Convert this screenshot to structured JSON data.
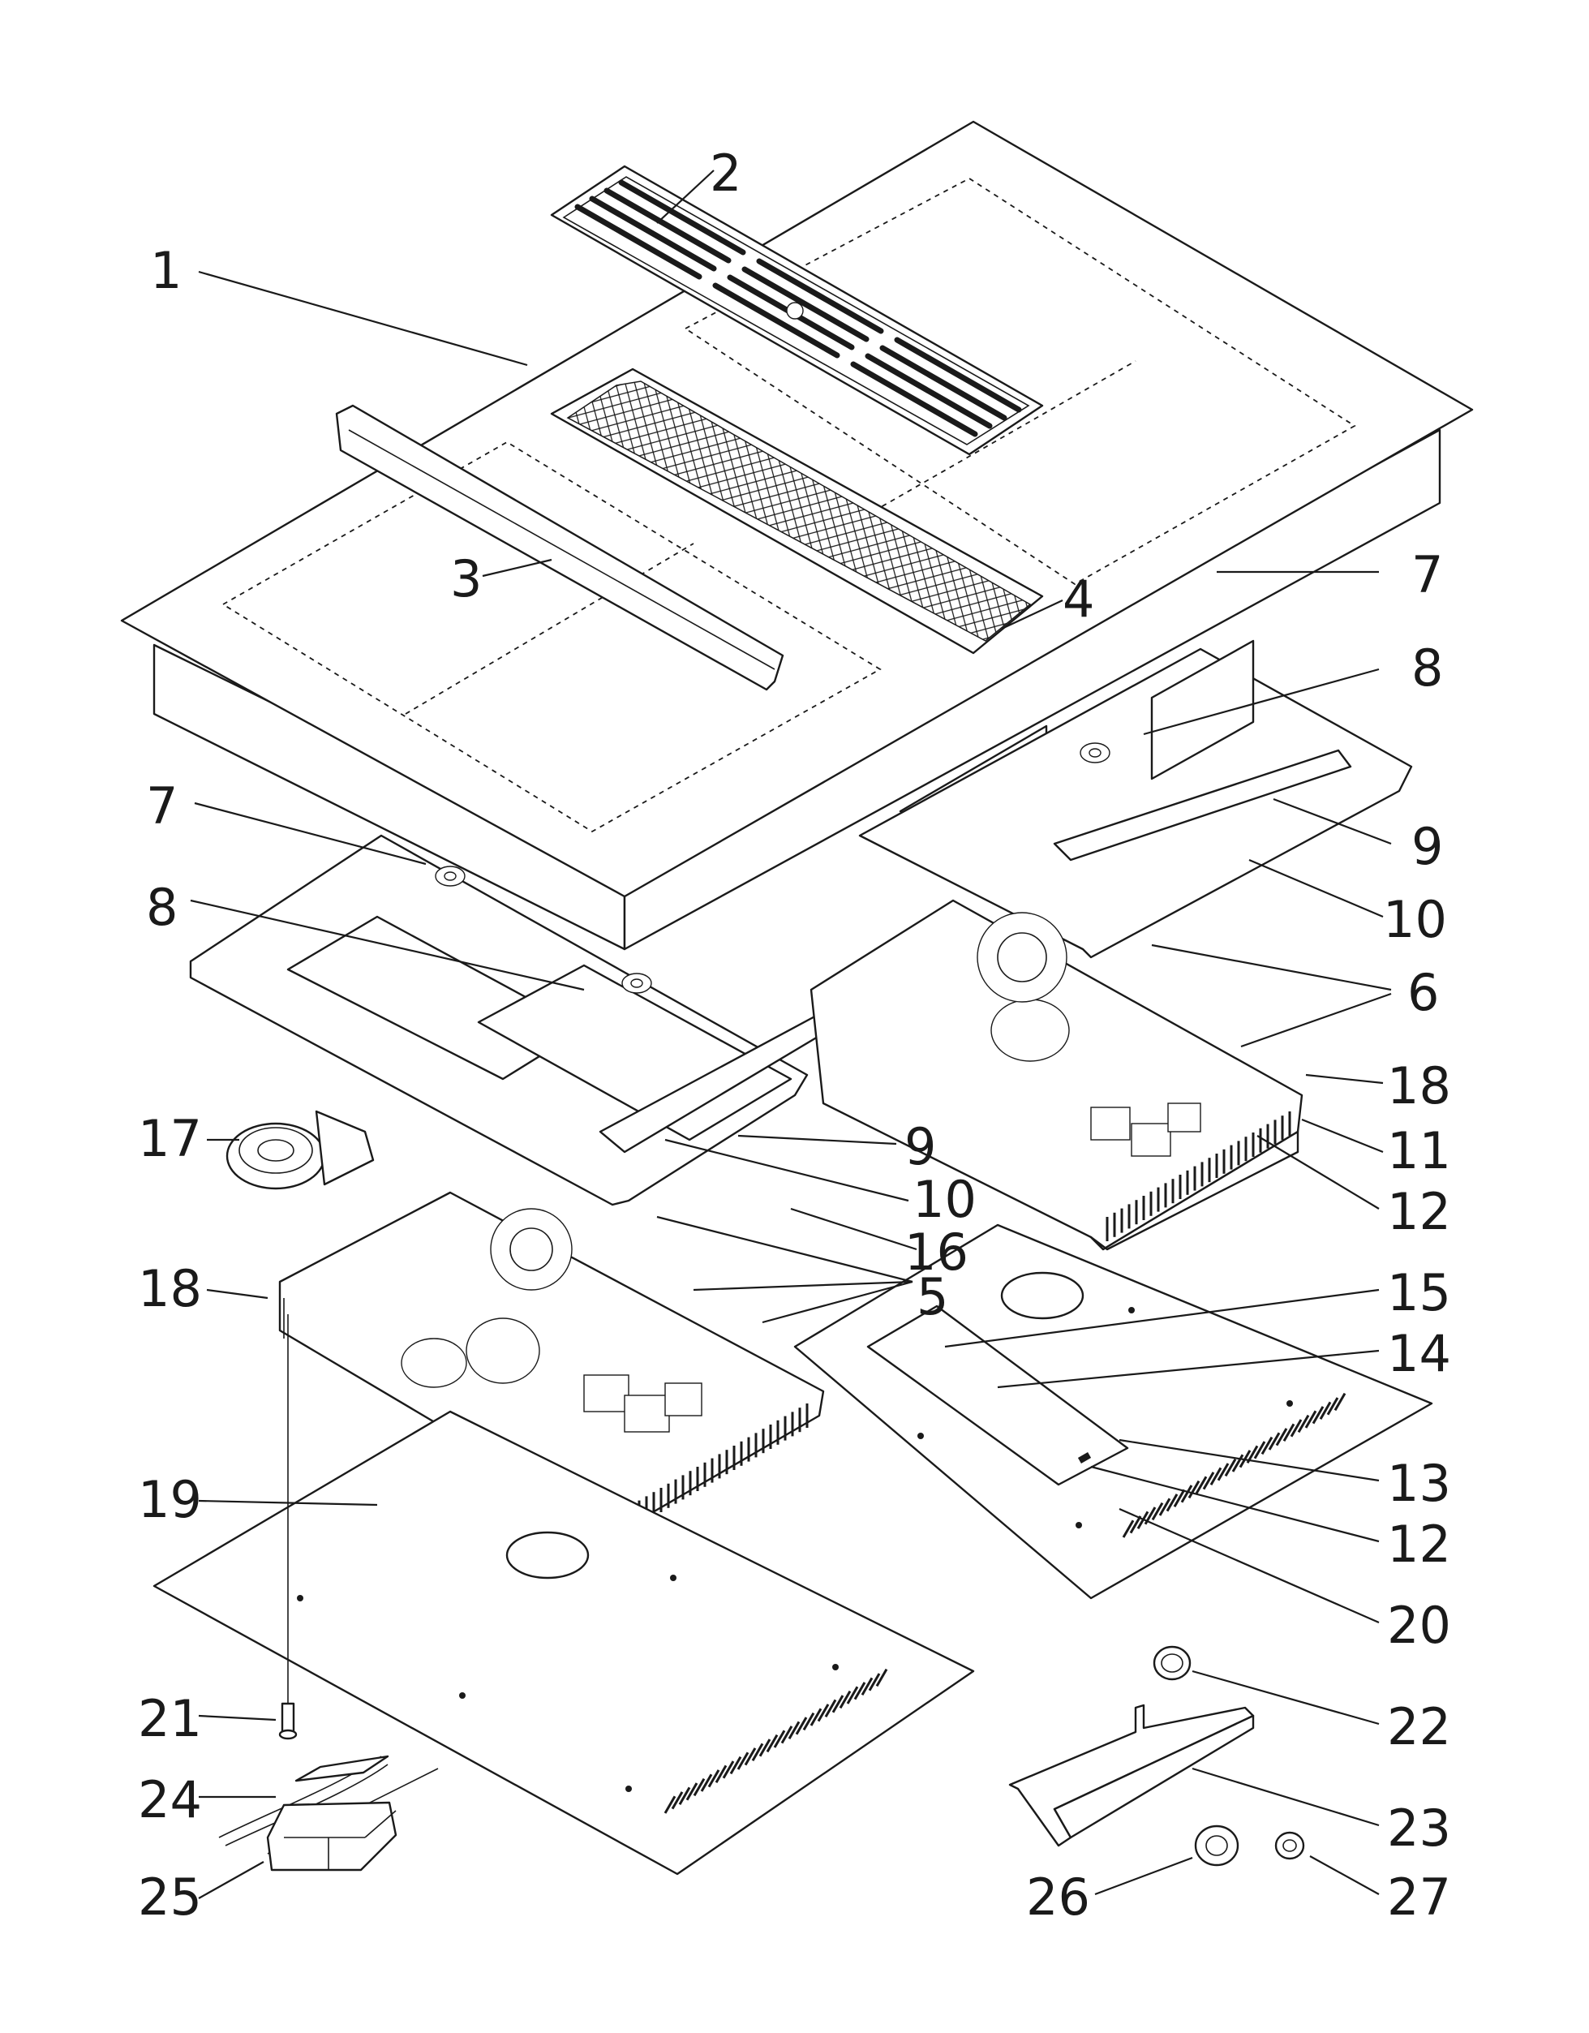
{
  "figure": {
    "kind": "exploded-view",
    "line_color": "#1a1a1a",
    "background": "#ffffff"
  },
  "callouts": [
    {
      "id": "c1",
      "label": "1"
    },
    {
      "id": "c2",
      "label": "2"
    },
    {
      "id": "c3",
      "label": "3"
    },
    {
      "id": "c4",
      "label": "4"
    },
    {
      "id": "c5",
      "label": "5"
    },
    {
      "id": "c6",
      "label": "6"
    },
    {
      "id": "c7a",
      "label": "7"
    },
    {
      "id": "c7b",
      "label": "7"
    },
    {
      "id": "c8a",
      "label": "8"
    },
    {
      "id": "c8b",
      "label": "8"
    },
    {
      "id": "c9a",
      "label": "9"
    },
    {
      "id": "c9b",
      "label": "9"
    },
    {
      "id": "c10a",
      "label": "10"
    },
    {
      "id": "c10b",
      "label": "10"
    },
    {
      "id": "c11",
      "label": "11"
    },
    {
      "id": "c12a",
      "label": "12"
    },
    {
      "id": "c12b",
      "label": "12"
    },
    {
      "id": "c13",
      "label": "13"
    },
    {
      "id": "c14",
      "label": "14"
    },
    {
      "id": "c15",
      "label": "15"
    },
    {
      "id": "c16",
      "label": "16"
    },
    {
      "id": "c17",
      "label": "17"
    },
    {
      "id": "c18a",
      "label": "18"
    },
    {
      "id": "c18b",
      "label": "18"
    },
    {
      "id": "c19",
      "label": "19"
    },
    {
      "id": "c20",
      "label": "20"
    },
    {
      "id": "c21",
      "label": "21"
    },
    {
      "id": "c22",
      "label": "22"
    },
    {
      "id": "c23",
      "label": "23"
    },
    {
      "id": "c24",
      "label": "24"
    },
    {
      "id": "c25",
      "label": "25"
    },
    {
      "id": "c26",
      "label": "26"
    },
    {
      "id": "c27",
      "label": "27"
    }
  ]
}
